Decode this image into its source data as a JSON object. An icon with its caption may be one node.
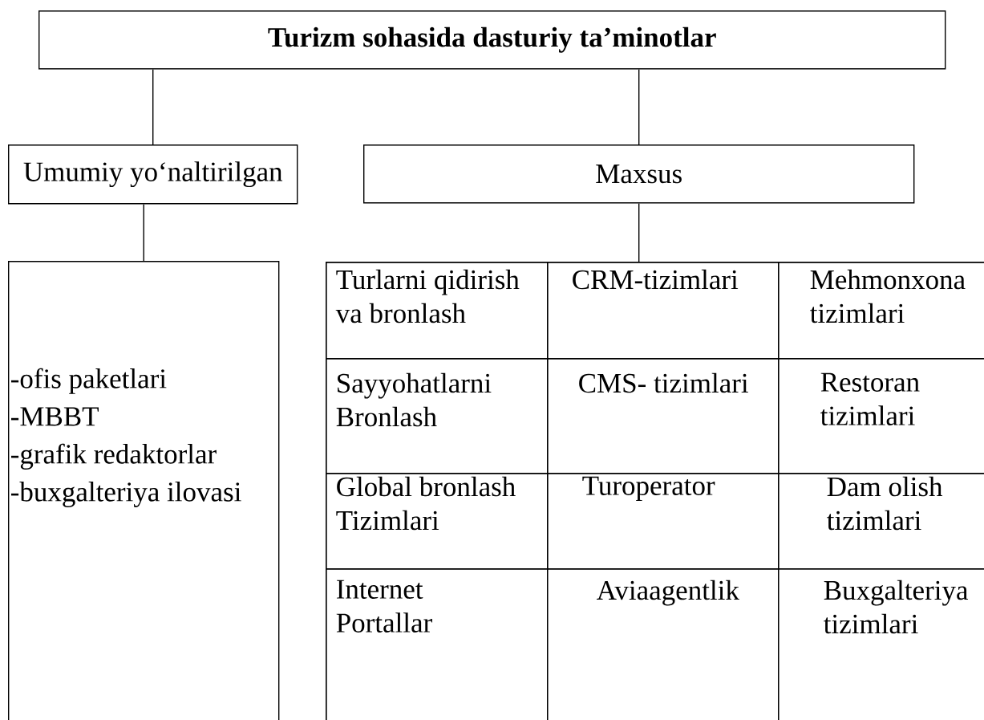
{
  "diagram": {
    "nodes": [
      {
        "text": [
          "Turizm sohasida dasturiy ta’minotlar"
        ]
      },
      {
        "text": [
          "Umumiy yo‘naltirilgan"
        ]
      },
      {
        "text": [
          "Maxsus"
        ]
      },
      {
        "text": [
          "-ofis paketlari",
          "-MBBT",
          "-grafik redaktorlar",
          "-buxgalteriya ilovasi"
        ]
      },
      {
        "text": [],
        "shape": "box"
      },
      {
        "text": [
          "Turlarni qidirish va bronlash"
        ],
        "in": 4
      },
      {
        "text": [
          "CRM-tizimlari"
        ],
        "in": 4
      },
      {
        "text": [
          "Mehmonxona tizimlari"
        ],
        "in": 4
      },
      {
        "text": [
          "Sayyohatlarni Bronlash"
        ],
        "in": 4
      },
      {
        "text": [
          "CMS- tizimlari"
        ],
        "in": 4
      },
      {
        "text": [
          "Restoran tizimlari"
        ],
        "in": 4
      },
      {
        "text": [
          "Global bronlash Tizimlari"
        ],
        "in": 4
      },
      {
        "text": [
          "Turoperator"
        ],
        "in": 4
      },
      {
        "text": [
          "Dam olish tizimlari"
        ],
        "in": 4
      },
      {
        "text": [
          "Internet Portallar"
        ],
        "in": 4
      },
      {
        "text": [
          "Aviaagentlik"
        ],
        "in": 4
      },
      {
        "text": [
          "Buxgalteriya tizimlari"
        ],
        "in": 4
      }
    ],
    "edges": [
      {
        "from": 0,
        "to": 1,
        "arrow": "none"
      },
      {
        "from": 0,
        "to": 2,
        "arrow": "none"
      },
      {
        "from": 1,
        "to": 3,
        "arrow": "none"
      },
      {
        "from": 2,
        "to": 4,
        "arrow": "none"
      }
    ]
  }
}
